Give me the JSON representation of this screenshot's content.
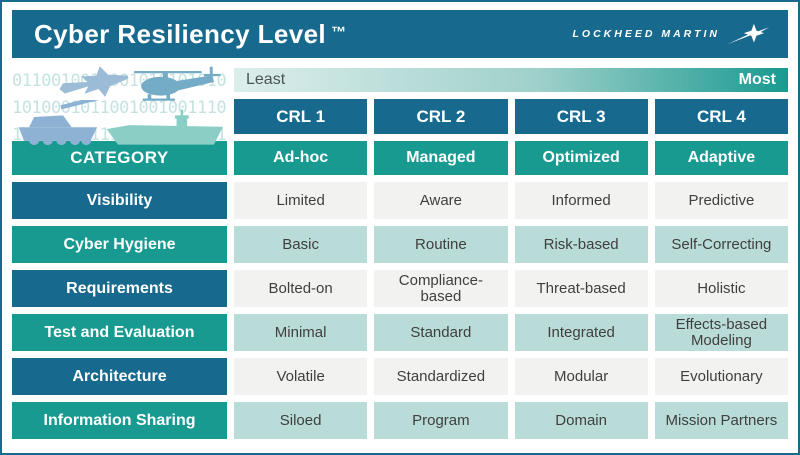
{
  "header": {
    "title": "Cyber Resiliency Level",
    "trademark": "™",
    "brand": "LOCKHEED MARTIN"
  },
  "graphic": {
    "binary_lines": [
      "0110010011001010101010",
      "1010001011001001001110",
      "1001001011101100010101"
    ],
    "vehicles": [
      "fighter-jet",
      "helicopter",
      "tank",
      "ship"
    ]
  },
  "chart_data": {
    "type": "table",
    "title": "Cyber Resiliency Level™",
    "scale": {
      "left_label": "Least",
      "right_label": "Most"
    },
    "category_header": "CATEGORY",
    "levels": [
      {
        "id": "CRL 1",
        "maturity": "Ad-hoc"
      },
      {
        "id": "CRL 2",
        "maturity": "Managed"
      },
      {
        "id": "CRL 3",
        "maturity": "Optimized"
      },
      {
        "id": "CRL 4",
        "maturity": "Adaptive"
      }
    ],
    "rows": [
      {
        "category": "Visibility",
        "values": [
          "Limited",
          "Aware",
          "Informed",
          "Predictive"
        ]
      },
      {
        "category": "Cyber Hygiene",
        "values": [
          "Basic",
          "Routine",
          "Risk-based",
          "Self-Correcting"
        ]
      },
      {
        "category": "Requirements",
        "values": [
          "Bolted-on",
          "Compliance-based",
          "Threat-based",
          "Holistic"
        ]
      },
      {
        "category": "Test and Evaluation",
        "values": [
          "Minimal",
          "Standard",
          "Integrated",
          "Effects-based Modeling"
        ]
      },
      {
        "category": "Architecture",
        "values": [
          "Volatile",
          "Standardized",
          "Modular",
          "Evolutionary"
        ]
      },
      {
        "category": "Information Sharing",
        "values": [
          "Siloed",
          "Program",
          "Domain",
          "Mission Partners"
        ]
      }
    ],
    "layout_hints": {
      "scale_position": "top",
      "legend": "none",
      "grid": "boxed-cells"
    }
  },
  "colors": {
    "dark_blue": "#17698e",
    "teal": "#189a90",
    "light_teal_cell": "#b9dcd8",
    "light_gray_cell": "#f2f3f1",
    "gradient_start": "#dceeec",
    "gradient_end": "#189a90",
    "cell_text": "#3f3f3f",
    "binary_text": "#c4e3e0"
  }
}
